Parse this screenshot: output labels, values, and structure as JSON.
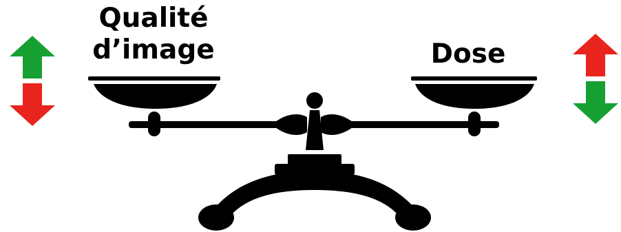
{
  "labels": {
    "left": [
      "Qualité",
      "d’image"
    ],
    "right": "Dose"
  },
  "colors": {
    "ink": "#000000",
    "up_arrow_left": "#17a032",
    "down_arrow_left": "#e8241c",
    "up_arrow_right": "#e8241c",
    "down_arrow_right": "#17a032"
  },
  "icons": {
    "left_up": "arrow-up-icon",
    "left_down": "arrow-down-icon",
    "right_up": "arrow-up-icon",
    "right_down": "arrow-down-icon",
    "scale": "balance-scale-icon"
  }
}
